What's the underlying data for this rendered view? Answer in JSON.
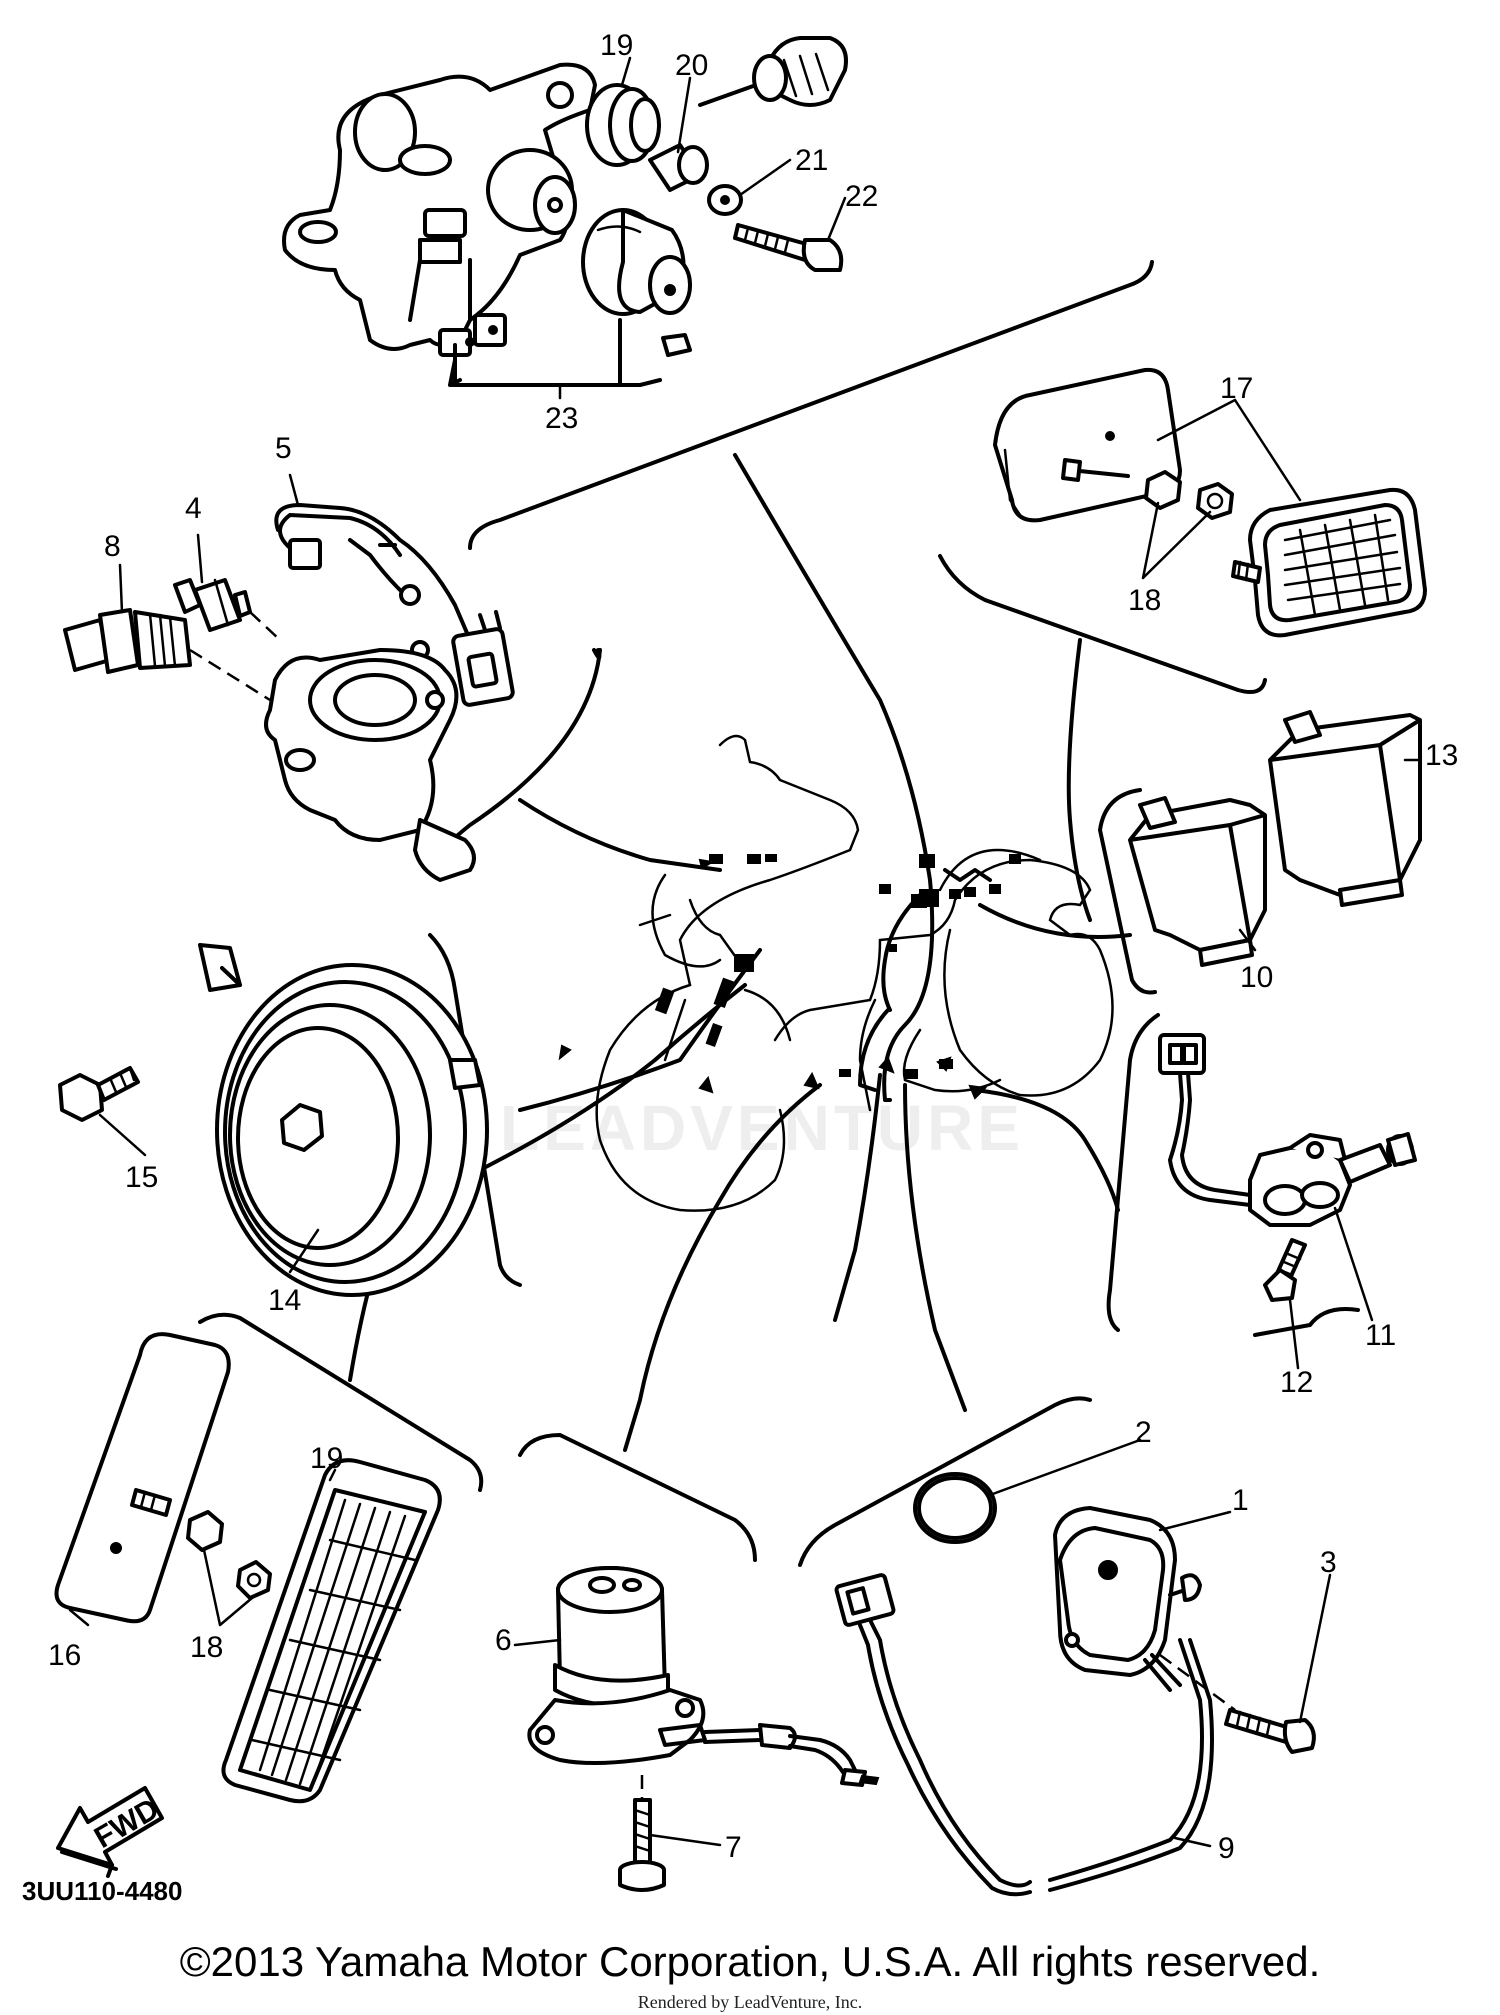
{
  "diagram": {
    "callouts": [
      {
        "id": "c1",
        "label": "1"
      },
      {
        "id": "c2",
        "label": "2"
      },
      {
        "id": "c3",
        "label": "3"
      },
      {
        "id": "c4",
        "label": "4"
      },
      {
        "id": "c5",
        "label": "5"
      },
      {
        "id": "c6",
        "label": "6"
      },
      {
        "id": "c7",
        "label": "7"
      },
      {
        "id": "c8",
        "label": "8"
      },
      {
        "id": "c9",
        "label": "9"
      },
      {
        "id": "c10",
        "label": "10"
      },
      {
        "id": "c11",
        "label": "11"
      },
      {
        "id": "c12",
        "label": "12"
      },
      {
        "id": "c13",
        "label": "13"
      },
      {
        "id": "c14",
        "label": "14"
      },
      {
        "id": "c15",
        "label": "15"
      },
      {
        "id": "c16",
        "label": "16"
      },
      {
        "id": "c17",
        "label": "17"
      },
      {
        "id": "c18a",
        "label": "18"
      },
      {
        "id": "c18b",
        "label": "18"
      },
      {
        "id": "c19a",
        "label": "19"
      },
      {
        "id": "c19b",
        "label": "19"
      },
      {
        "id": "c20",
        "label": "20"
      },
      {
        "id": "c21",
        "label": "21"
      },
      {
        "id": "c22",
        "label": "22"
      },
      {
        "id": "c23",
        "label": "23"
      }
    ],
    "fwd_label": "FWD",
    "drawing_code": "3UU110-4480",
    "watermark": "LEADVENTURE",
    "copyright": "©2013 Yamaha Motor Corporation, U.S.A. All rights reserved.",
    "rendered_by": "Rendered by LeadVenture, Inc."
  }
}
